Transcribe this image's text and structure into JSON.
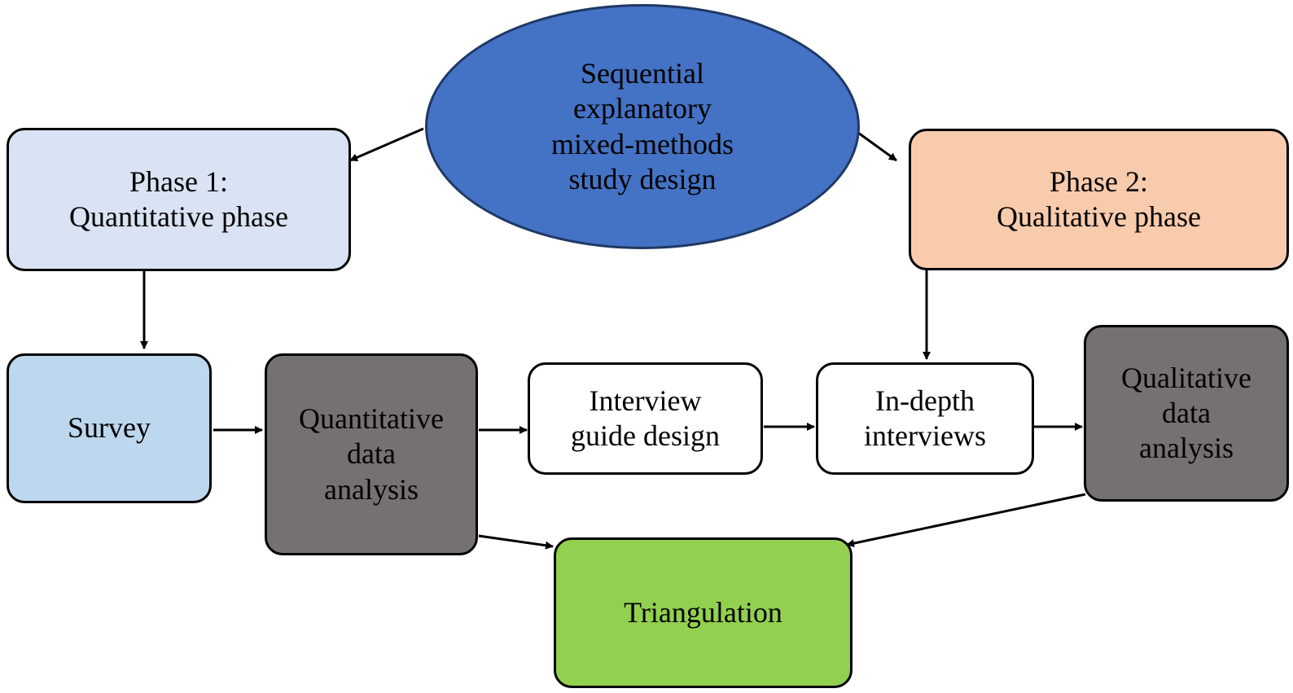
{
  "nodes": {
    "design": {
      "label": "Sequential\nexplanatory\nmixed-methods\nstudy design",
      "color": "#4472c4"
    },
    "phase1": {
      "label": "Phase 1:\nQuantitative phase",
      "color": "#dae3f3"
    },
    "phase2": {
      "label": "Phase 2:\nQualitative phase",
      "color": "#f8cbad"
    },
    "survey": {
      "label": "Survey",
      "color": "#bdd7ee"
    },
    "quant_analysis": {
      "label": "Quantitative\ndata\nanalysis",
      "color": "#767171"
    },
    "interview_guide": {
      "label": "Interview\nguide design",
      "color": "#ffffff"
    },
    "indepth": {
      "label": "In-depth\ninterviews",
      "color": "#ffffff"
    },
    "qual_analysis": {
      "label": "Qualitative\ndata\nanalysis",
      "color": "#767171"
    },
    "triangulation": {
      "label": "Triangulation",
      "color": "#92d050"
    }
  },
  "edges": [
    {
      "from": "design",
      "to": "phase1"
    },
    {
      "from": "design",
      "to": "phase2"
    },
    {
      "from": "phase1",
      "to": "survey"
    },
    {
      "from": "phase2",
      "to": "indepth"
    },
    {
      "from": "survey",
      "to": "quant_analysis"
    },
    {
      "from": "quant_analysis",
      "to": "interview_guide"
    },
    {
      "from": "interview_guide",
      "to": "indepth"
    },
    {
      "from": "indepth",
      "to": "qual_analysis"
    },
    {
      "from": "quant_analysis",
      "to": "triangulation"
    },
    {
      "from": "qual_analysis",
      "to": "triangulation"
    }
  ]
}
